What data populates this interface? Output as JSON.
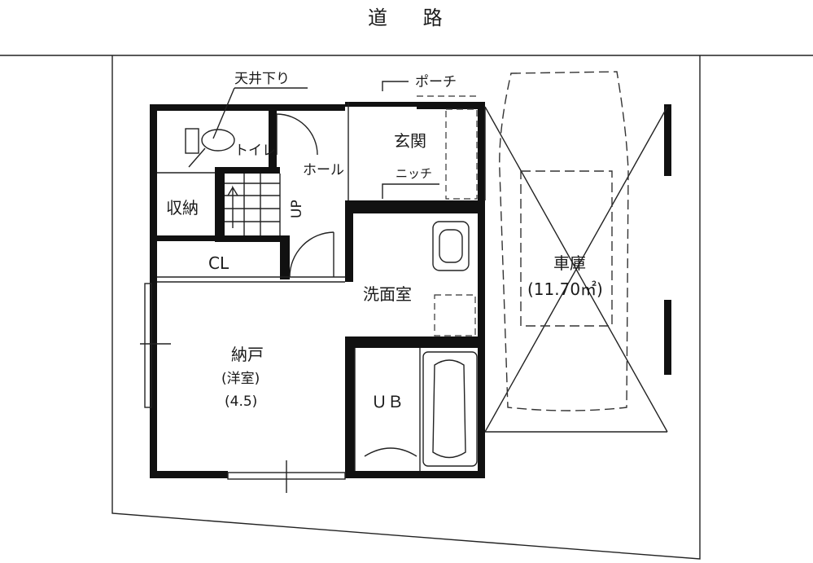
{
  "road_label": "道 路",
  "rooms": {
    "ceiling_drop": "天井下り",
    "porch": "ポーチ",
    "entrance": "玄関",
    "niche": "ニッチ",
    "toilet": "トイレ",
    "hall": "ホール",
    "storage": "収納",
    "stairs_up": "UP",
    "closet": "CL",
    "washroom": "洗面室",
    "garage": "車庫",
    "garage_area": "(11.70㎡)",
    "storeroom": "納戸",
    "storeroom_type": "(洋室)",
    "storeroom_size": "(4.5)",
    "unit_bath": "ＵＢ"
  }
}
